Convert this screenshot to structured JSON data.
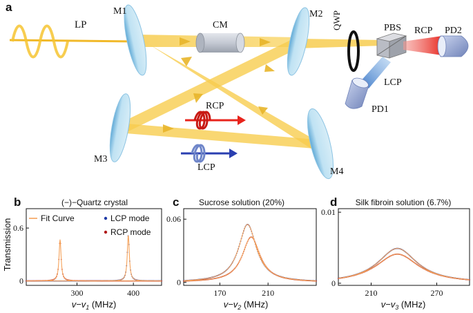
{
  "panel_a": {
    "panel_letter": "a",
    "labels": {
      "lp": "LP",
      "m1": "M1",
      "m2": "M2",
      "m3": "M3",
      "m4": "M4",
      "cm": "CM",
      "qwp": "QWP",
      "pbs": "PBS",
      "rcp_out": "RCP",
      "lcp_out": "LCP",
      "pd1": "PD1",
      "pd2": "PD2",
      "rcp_wave": "RCP",
      "lcp_wave": "LCP"
    },
    "colors": {
      "beam": "#f6c431",
      "mirror": "#9fd0ea",
      "rcp": "#e8241c",
      "lcp": "#2f6fc4",
      "pd": "#8fa2cc"
    }
  },
  "chart_data": [
    {
      "type": "line",
      "panel_letter": "b",
      "title": "(−)−Quartz crystal",
      "ylabel": "Transmission",
      "xlabel_base": "v−v",
      "xlabel_sub": "1",
      "xlabel_unit": " (MHz)",
      "xlim": [
        210,
        450
      ],
      "ylim": [
        -0.05,
        0.82
      ],
      "x_ticks": [
        300,
        400
      ],
      "y_ticks": [
        0,
        0.6
      ],
      "y_tick_labels": [
        "0",
        "0.6"
      ],
      "legend": [
        "Fit Curve",
        "LCP mode",
        "RCP mode"
      ],
      "colors": {
        "fit": "#f5a25a",
        "lcp": "#1f3aa6",
        "rcp": "#b01818"
      },
      "peaks": {
        "lcp": {
          "center": 391,
          "width": 2.2,
          "height": 0.52
        },
        "rcp": {
          "center": 270,
          "width": 2.2,
          "height": 0.47
        }
      }
    },
    {
      "type": "line",
      "panel_letter": "c",
      "title": "Sucrose solution (20%)",
      "xlabel_base": "v−v",
      "xlabel_sub": "2",
      "xlabel_unit": " (MHz)",
      "xlim": [
        140,
        250
      ],
      "ylim": [
        -0.003,
        0.07
      ],
      "x_ticks": [
        170,
        210
      ],
      "y_ticks": [
        0,
        0.06
      ],
      "y_tick_labels": [
        "0",
        "0.06"
      ],
      "colors": {
        "fit": "#f5a25a",
        "lcp": "#1f3aa6",
        "rcp": "#b01818"
      },
      "peaks": {
        "lcp": {
          "center": 193,
          "width": 9,
          "height": 0.055
        },
        "rcp": {
          "center": 196,
          "width": 9,
          "height": 0.043
        }
      }
    },
    {
      "type": "line",
      "panel_letter": "d",
      "title": "Silk fibroin solution (6.7%)",
      "xlabel_base": "v−v",
      "xlabel_sub": "3",
      "xlabel_unit": " (MHz)",
      "xlim": [
        180,
        300
      ],
      "ylim": [
        -0.0003,
        0.0105
      ],
      "x_ticks": [
        210,
        270
      ],
      "y_ticks": [
        0,
        0.01
      ],
      "y_tick_labels": [
        "0",
        "0.01"
      ],
      "colors": {
        "fit": "#f5a25a",
        "lcp": "#1f3aa6",
        "rcp": "#b01818"
      },
      "peaks": {
        "lcp": {
          "center": 234,
          "width": 22,
          "height": 0.0049
        },
        "rcp": {
          "center": 234,
          "width": 24,
          "height": 0.0041
        }
      }
    }
  ]
}
